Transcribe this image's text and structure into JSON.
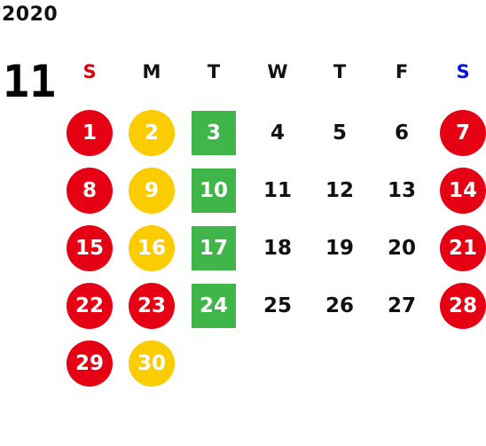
{
  "header": {
    "year": "2020",
    "month": "11"
  },
  "weekdays": [
    "S",
    "M",
    "T",
    "W",
    "T",
    "F",
    "S"
  ],
  "colors": {
    "holiday_red": "#e60013",
    "yellow": "#fbcd00",
    "green": "#3fb54a",
    "sunday_header": "#e00012",
    "saturday_header": "#0a12e0"
  },
  "weeks": [
    [
      {
        "day": "1",
        "style": "red"
      },
      {
        "day": "2",
        "style": "yellow"
      },
      {
        "day": "3",
        "style": "green"
      },
      {
        "day": "4",
        "style": "plain"
      },
      {
        "day": "5",
        "style": "plain"
      },
      {
        "day": "6",
        "style": "plain"
      },
      {
        "day": "7",
        "style": "red"
      }
    ],
    [
      {
        "day": "8",
        "style": "red"
      },
      {
        "day": "9",
        "style": "yellow"
      },
      {
        "day": "10",
        "style": "green"
      },
      {
        "day": "11",
        "style": "plain"
      },
      {
        "day": "12",
        "style": "plain"
      },
      {
        "day": "13",
        "style": "plain"
      },
      {
        "day": "14",
        "style": "red"
      }
    ],
    [
      {
        "day": "15",
        "style": "red"
      },
      {
        "day": "16",
        "style": "yellow"
      },
      {
        "day": "17",
        "style": "green"
      },
      {
        "day": "18",
        "style": "plain"
      },
      {
        "day": "19",
        "style": "plain"
      },
      {
        "day": "20",
        "style": "plain"
      },
      {
        "day": "21",
        "style": "red"
      }
    ],
    [
      {
        "day": "22",
        "style": "red"
      },
      {
        "day": "23",
        "style": "red"
      },
      {
        "day": "24",
        "style": "green"
      },
      {
        "day": "25",
        "style": "plain"
      },
      {
        "day": "26",
        "style": "plain"
      },
      {
        "day": "27",
        "style": "plain"
      },
      {
        "day": "28",
        "style": "red"
      }
    ],
    [
      {
        "day": "29",
        "style": "red"
      },
      {
        "day": "30",
        "style": "yellow"
      }
    ]
  ]
}
